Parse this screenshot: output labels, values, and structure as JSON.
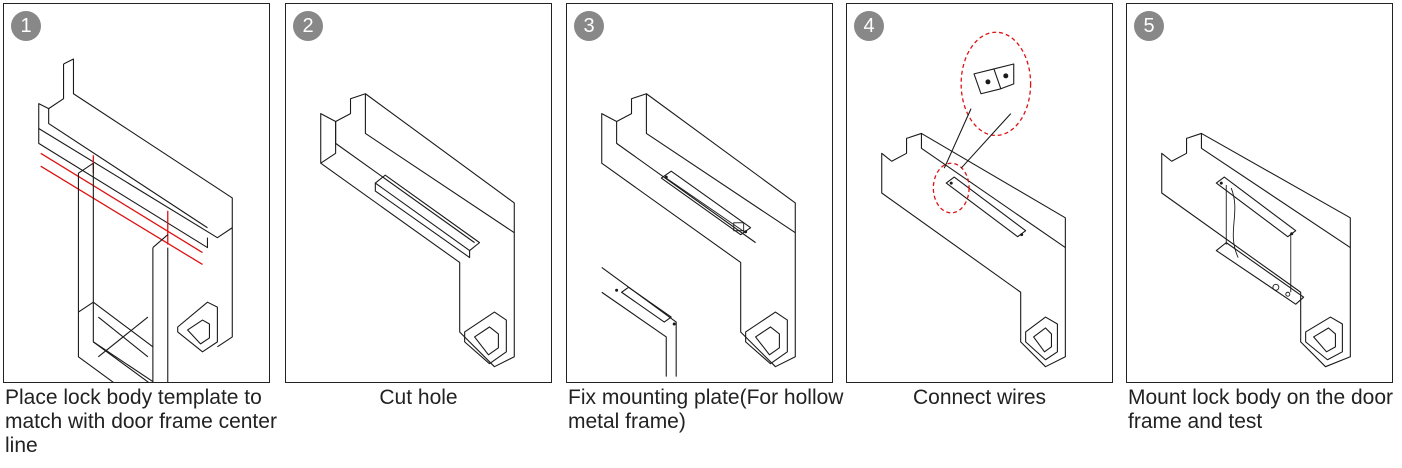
{
  "steps": [
    {
      "number": "1",
      "caption": "Place lock body template to match with door frame center line"
    },
    {
      "number": "2",
      "caption": "Cut hole"
    },
    {
      "number": "3",
      "caption": "Fix mounting plate(For hollow metal frame)"
    },
    {
      "number": "4",
      "caption": "Connect wires"
    },
    {
      "number": "5",
      "caption": "Mount lock body on the door frame and test"
    }
  ],
  "colors": {
    "accent_line": "#d11111",
    "badge": "#888888"
  }
}
